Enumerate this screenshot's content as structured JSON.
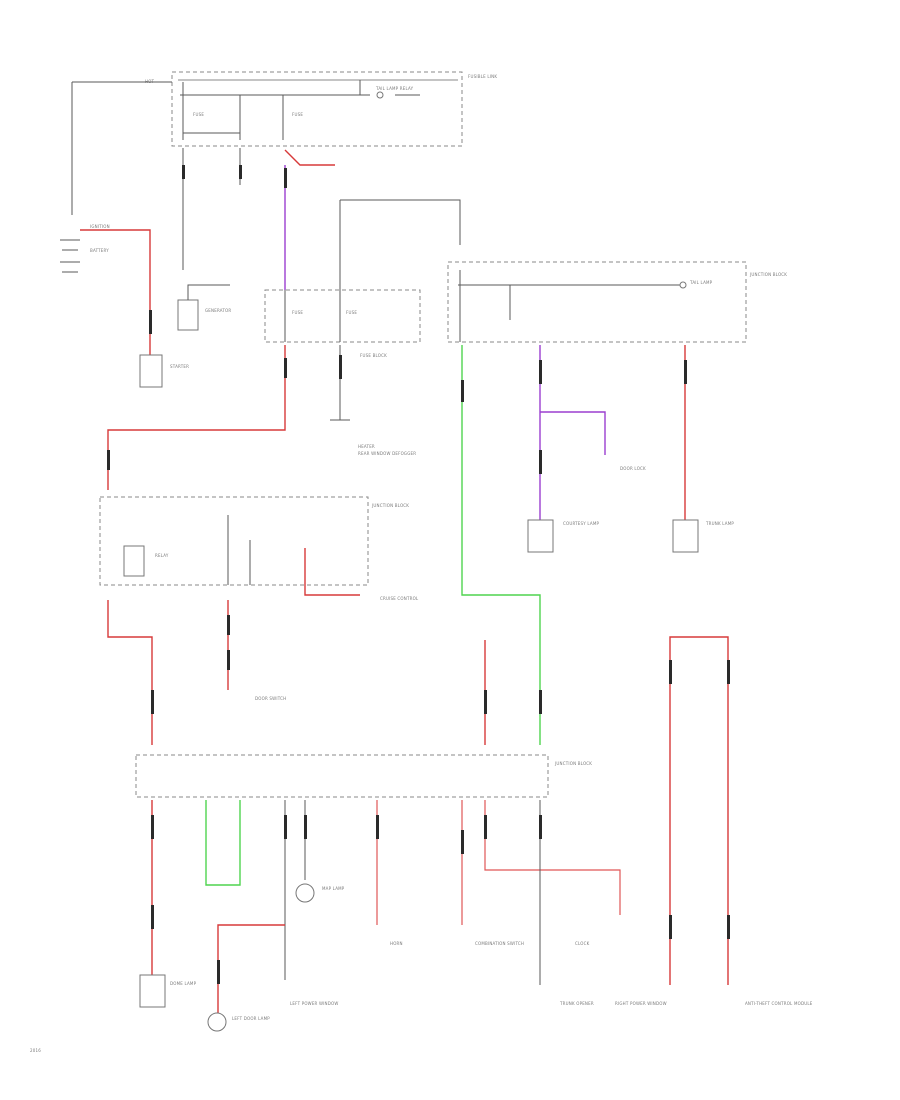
{
  "diagram": {
    "page_number": "2016",
    "components": {
      "hot": "HOT",
      "fusible_link": "FUSIBLE LINK",
      "fuse_top": "FUSE",
      "fuse_top2": "FUSE",
      "tail_lamp_relay": "TAIL LAMP RELAY",
      "battery": "BATTERY",
      "ignition": "IGNITION",
      "generator": "GENERATOR",
      "starter": "STARTER",
      "heater": "HEATER",
      "fuse_block": "FUSE BLOCK",
      "fuse_a": "FUSE",
      "fuse_b": "FUSE",
      "junction_block_top": "JUNCTION BLOCK",
      "tail_lamp_top": "TAIL LAMP",
      "door_lock": "DOOR LOCK",
      "junction_block_mid": "JUNCTION BLOCK",
      "relay_mid": "RELAY",
      "cruise_control": "CRUISE CONTROL",
      "rear_window_defogger": "REAR WINDOW DEFOGGER",
      "door_switch": "DOOR SWITCH",
      "junction_block_bottom": "JUNCTION BLOCK",
      "dome_lamp": "DOME LAMP",
      "map_lamp": "MAP LAMP",
      "left_door_lamp": "LEFT DOOR LAMP",
      "left_power_window": "LEFT POWER WINDOW",
      "horn": "HORN",
      "combination_switch": "COMBINATION SWITCH",
      "clock": "CLOCK",
      "trunk_opener": "TRUNK OPENER",
      "right_power_window": "RIGHT POWER WINDOW",
      "anti_theft": "ANTI-THEFT CONTROL MODULE",
      "courtesy_lamp": "COURTESY LAMP",
      "trunk_lamp": "TRUNK LAMP"
    }
  }
}
